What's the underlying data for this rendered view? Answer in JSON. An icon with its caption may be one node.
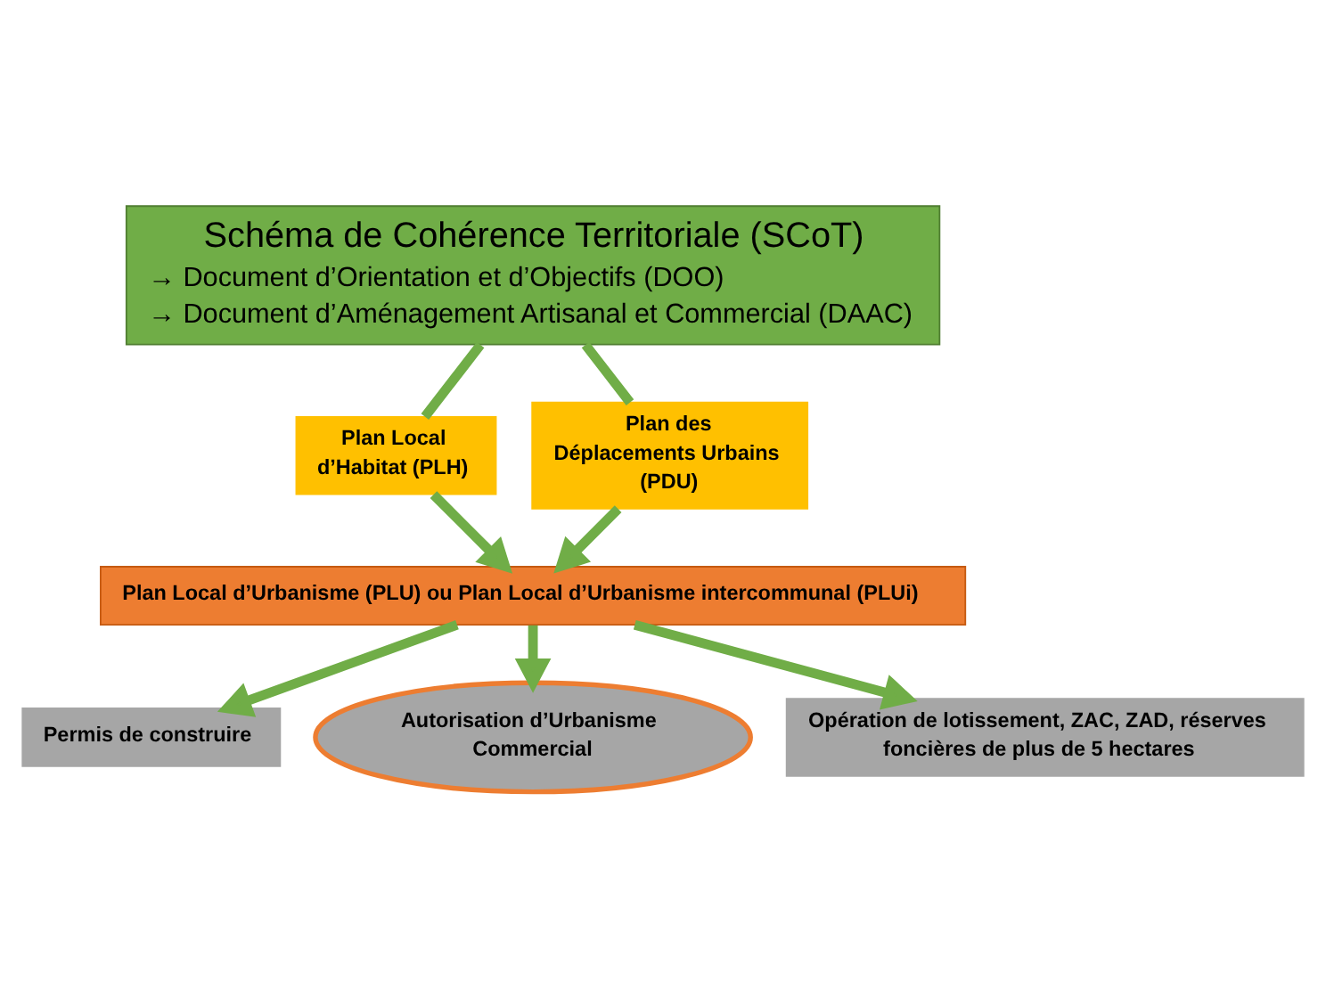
{
  "diagram": {
    "nodes": [
      {
        "text": [
          "Schéma de Cohérence Territoriale (SCoT)",
          "→ Document d’Orientation et d’Objectifs (DOO)",
          "→ Document d’Aménagement Artisanal et Commercial (DAAC)"
        ]
      },
      {
        "text": [
          "Plan Local d’Habitat (PLH)"
        ]
      },
      {
        "text": [
          "Plan des Déplacements Urbains (PDU)"
        ]
      },
      {
        "text": [
          "Plan Local d’Urbanisme (PLU) ou Plan Local d’Urbanisme intercommunal (PLUi)"
        ]
      },
      {
        "text": [
          "Permis de construire"
        ]
      },
      {
        "text": [
          "Autorisation d’Urbanisme Commercial"
        ]
      },
      {
        "text": [
          "Opération de lotissement, ZAC, ZAD, réserves foncières de plus de 5 hectares"
        ]
      }
    ],
    "edges": [
      {
        "from": 0,
        "to": 1,
        "arrow": "none"
      },
      {
        "from": 0,
        "to": 2,
        "arrow": "none"
      },
      {
        "from": 1,
        "to": 3,
        "arrow": "to"
      },
      {
        "from": 2,
        "to": 3,
        "arrow": "to"
      },
      {
        "from": 3,
        "to": 4,
        "arrow": "to"
      },
      {
        "from": 3,
        "to": 5,
        "arrow": "to"
      },
      {
        "from": 3,
        "to": 6,
        "arrow": "to"
      }
    ]
  }
}
